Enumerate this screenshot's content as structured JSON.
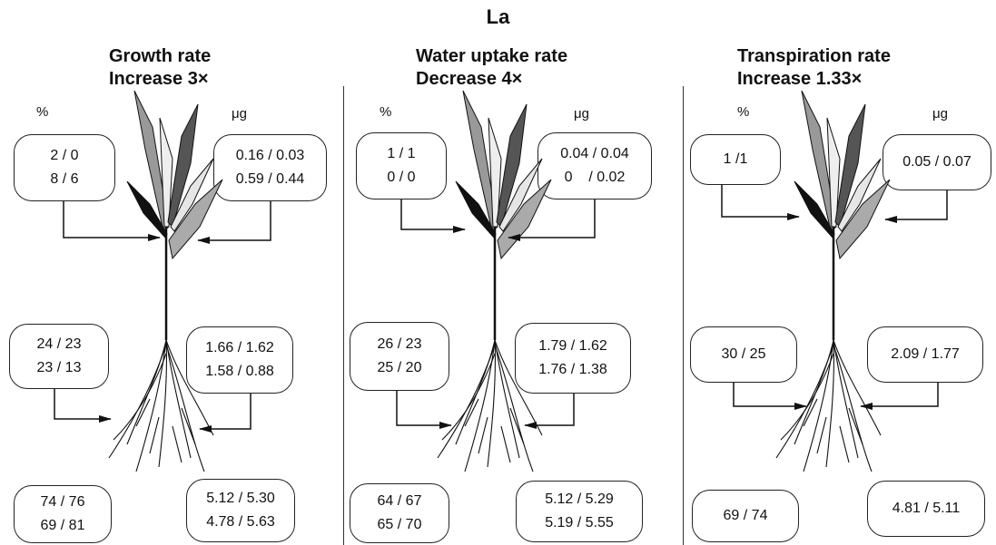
{
  "title": "La",
  "panels": [
    {
      "title_line1": "Growth rate",
      "title_line2": "Increase 3×",
      "unit_left": "%",
      "unit_right": "μg",
      "shoot_left": [
        "2 / 0",
        "8 / 6"
      ],
      "shoot_right": [
        "0.16 / 0.03",
        "0.59 / 0.44"
      ],
      "root_left": [
        "24 / 23",
        "23 / 13"
      ],
      "root_right": [
        "1.66 / 1.62",
        "1.58 / 0.88"
      ],
      "bottom_left": [
        "74 / 76",
        "69 / 81"
      ],
      "bottom_right": [
        "5.12 / 5.30",
        "4.78 / 5.63"
      ]
    },
    {
      "title_line1": "Water uptake rate",
      "title_line2": "Decrease 4×",
      "unit_left": "%",
      "unit_right": "μg",
      "shoot_left": [
        "1 / 1",
        "0 / 0"
      ],
      "shoot_right": [
        "0.04 / 0.04",
        "0    / 0.02"
      ],
      "root_left": [
        "26 / 23",
        "25 / 20"
      ],
      "root_right": [
        "1.79 / 1.62",
        "1.76 / 1.38"
      ],
      "bottom_left": [
        "64 / 67",
        "65 / 70"
      ],
      "bottom_right": [
        "5.12 / 5.29",
        "5.19 / 5.55"
      ]
    },
    {
      "title_line1": "Transpiration rate",
      "title_line2": "Increase 1.33×",
      "unit_left": "%",
      "unit_right": "μg",
      "shoot_left": [
        "1 /1"
      ],
      "shoot_right": [
        "0.05 / 0.07"
      ],
      "root_left": [
        "30 / 25"
      ],
      "root_right": [
        "2.09 / 1.77"
      ],
      "bottom_left": [
        "69 / 74"
      ],
      "bottom_right": [
        "4.81 / 5.11"
      ]
    }
  ]
}
